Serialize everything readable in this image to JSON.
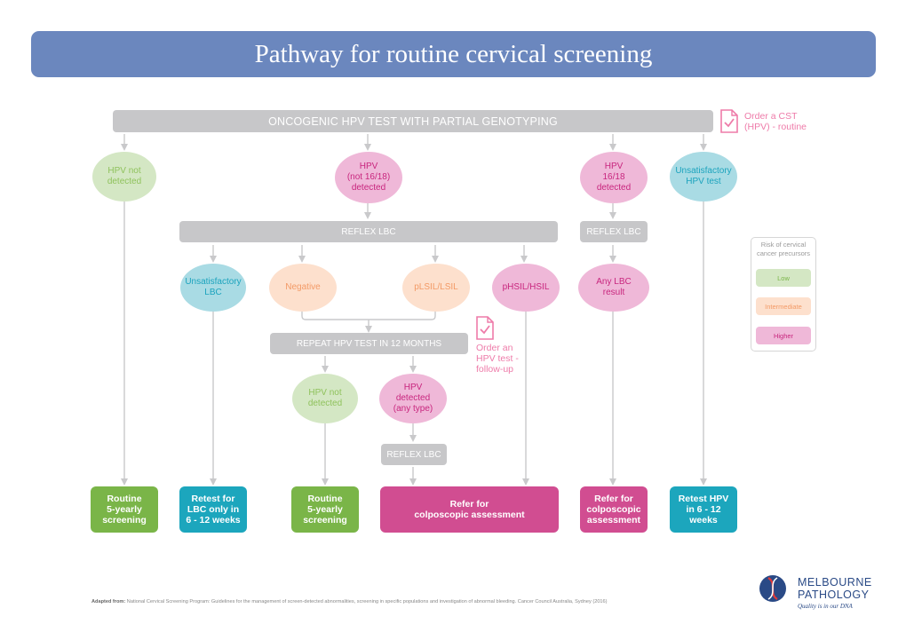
{
  "title": "Pathway for routine cervical screening",
  "top_bar": "ONCOGENIC HPV TEST WITH PARTIAL GENOTYPING",
  "order_cst": {
    "line1": "Order a CST",
    "line2": "(HPV) - routine"
  },
  "first_results": {
    "not_detected": [
      "HPV not",
      "detected"
    ],
    "not1618": [
      "HPV",
      "(not 16/18)",
      "detected"
    ],
    "hpv1618": [
      "HPV",
      "16/18",
      "detected"
    ],
    "unsatisfactory": [
      "Unsatisfactory",
      "HPV test"
    ]
  },
  "reflex_lbc": "REFLEX LBC",
  "lbc_results": {
    "unsat": [
      "Unsatisfactory",
      "LBC"
    ],
    "negative": "Negative",
    "plsil": "pLSIL/LSIL",
    "phsil": "pHSIL/HSIL",
    "any": [
      "Any LBC",
      "result"
    ]
  },
  "repeat_bar": "REPEAT HPV TEST IN 12 MONTHS",
  "order_followup": [
    "Order an",
    "HPV test -",
    "follow-up"
  ],
  "repeat_results": {
    "not_detected": [
      "HPV not",
      "detected"
    ],
    "detected": [
      "HPV",
      "detected",
      "(any type)"
    ]
  },
  "outcomes": {
    "routine1": [
      "Routine",
      "5-yearly",
      "screening"
    ],
    "retest_lbc": [
      "Retest for",
      "LBC only in",
      "6 - 12 weeks"
    ],
    "routine2": [
      "Routine",
      "5-yearly",
      "screening"
    ],
    "refer_big": [
      "Refer for",
      "colposcopic assessment"
    ],
    "refer_small": [
      "Refer for",
      "colposcopic",
      "assessment"
    ],
    "retest_hpv": [
      "Retest HPV",
      "in 6 - 12",
      "weeks"
    ]
  },
  "legend": {
    "title": [
      "Risk of cervical",
      "cancer precursors"
    ],
    "low": "Low",
    "intermediate": "Intermediate",
    "higher": "Higher"
  },
  "footer": {
    "prefix": "Adapted from:",
    "text": "National Cervical Screening Program: Guidelines for the management of screen-detected abnormalities, screening in specific populations and investigation of abnormal bleeding. Cancer Council Australia, Sydney (2016)"
  },
  "logo": {
    "line1": "MELBOURNE",
    "line2": "PATHOLOGY",
    "tagline": "Quality is in our DNA"
  },
  "colors": {
    "title_bg": "#6b87be",
    "bar_gray": "#c7c7c9",
    "low_green": "#7ab548",
    "teal": "#1ca6bd",
    "higher_pink": "#d14d91",
    "intermediate_peach": "#fde0cd",
    "note_pink": "#ee7ba9"
  }
}
